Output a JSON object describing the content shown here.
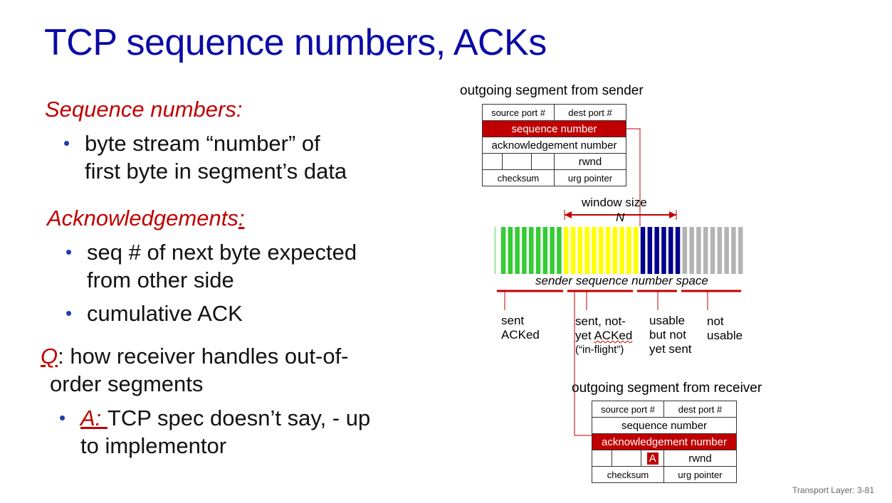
{
  "slide": {
    "title": "TCP sequence numbers, ACKs",
    "footer": "Transport Layer: 3-81"
  },
  "left": {
    "seq_heading": "Sequence numbers:",
    "seq_b1_l1": "byte stream “number” of",
    "seq_b1_l2": "first byte in segment’s data",
    "ack_heading": "Acknowledgements",
    "ack_colon": ":",
    "ack_b1_l1": "seq # of next byte expected",
    "ack_b1_l2": "from other side",
    "ack_b2": "cumulative ACK",
    "q_letter": "Q",
    "q_l1": ": how receiver handles out-of-",
    "q_l2": "order segments",
    "a_label": "A: ",
    "a_l1": "TCP spec doesn’t say, - up",
    "a_l2": "to implementor",
    "bullet": "•"
  },
  "sender_segment": {
    "label": "outgoing segment from sender",
    "source_port": "source port #",
    "dest_port": "dest port #",
    "sequence_number": "sequence number",
    "acknowledgement_number": "acknowledgement number",
    "rwnd": "rwnd",
    "checksum": "checksum",
    "urg_pointer": "urg pointer"
  },
  "window": {
    "size_label": "window size",
    "n_label": "N",
    "space_label": "sender sequence number space",
    "colors": {
      "green": "#33cc33",
      "yellow": "#ffff00",
      "blue": "#00008b",
      "gray": "#b3b3b3",
      "accent": "#c00000"
    },
    "counts": {
      "green": 10,
      "yellow": 11,
      "blue": 6,
      "gray": 9
    }
  },
  "categories": {
    "sent_acked_l1": "sent",
    "sent_acked_l2": "ACKed",
    "inflight_l1": "sent, not-",
    "inflight_l2a": "yet ",
    "inflight_l2b": "ACKed",
    "inflight_l3": "(“in-flight”)",
    "usable_l1": "usable",
    "usable_l2": "but not",
    "usable_l3": "yet sent",
    "notusable_l1": "not",
    "notusable_l2": "usable"
  },
  "receiver_segment": {
    "label": "outgoing segment from receiver",
    "source_port": "source port #",
    "dest_port": "dest port #",
    "sequence_number": "sequence number",
    "acknowledgement_number": "acknowledgement number",
    "a_flag": "A",
    "rwnd": "rwnd",
    "checksum": "checksum",
    "urg_pointer": "urg pointer"
  }
}
